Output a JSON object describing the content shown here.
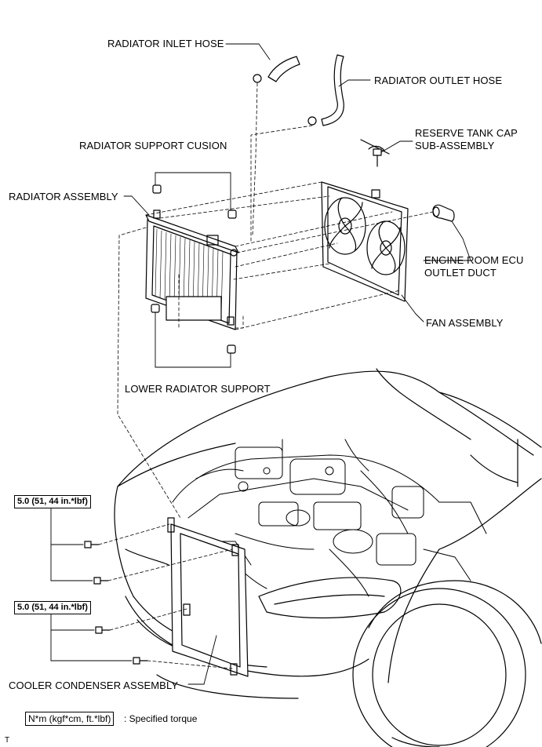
{
  "labels": {
    "radiator_inlet_hose": "RADIATOR INLET HOSE",
    "radiator_outlet_hose": "RADIATOR OUTLET HOSE",
    "reserve_tank_cap_line1": "RESERVE TANK CAP",
    "reserve_tank_cap_line2": "SUB-ASSEMBLY",
    "radiator_support_cusion": "RADIATOR SUPPORT CUSION",
    "radiator_assembly": "RADIATOR ASSEMBLY",
    "engine_room_ecu_line1": "ENGINE ROOM ECU",
    "engine_room_ecu_line2": "OUTLET DUCT",
    "fan_assembly": "FAN ASSEMBLY",
    "lower_radiator_support": "LOWER RADIATOR SUPPORT",
    "cooler_condenser_assembly": "COOLER CONDENSER ASSEMBLY"
  },
  "torque": {
    "upper": "5.0 (51, 44 in.*lbf)",
    "lower": "5.0 (51, 44 in.*lbf)"
  },
  "legend": {
    "box": "N*m (kgf*cm, ft.*lbf)",
    "text": ": Specified torque"
  },
  "corner_mark": "T"
}
